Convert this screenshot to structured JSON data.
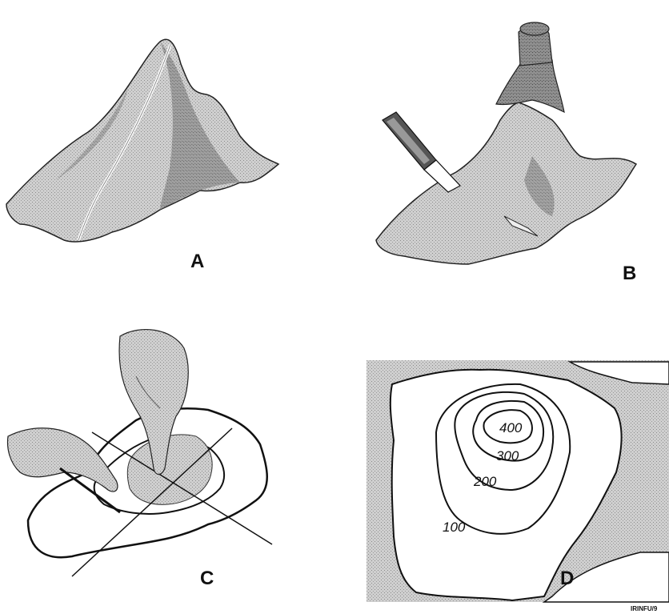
{
  "panels": [
    {
      "letter": "A"
    },
    {
      "letter": "B"
    },
    {
      "letter": "C"
    },
    {
      "letter": "D"
    }
  ],
  "contour_labels": [
    "100",
    "200",
    "300",
    "400"
  ],
  "credit": "IRINFU/9",
  "colors": {
    "ink": "#111111",
    "fabric_light": "#c9c9c9",
    "fabric_dark": "#7a7a7a",
    "paper": "#ffffff"
  }
}
